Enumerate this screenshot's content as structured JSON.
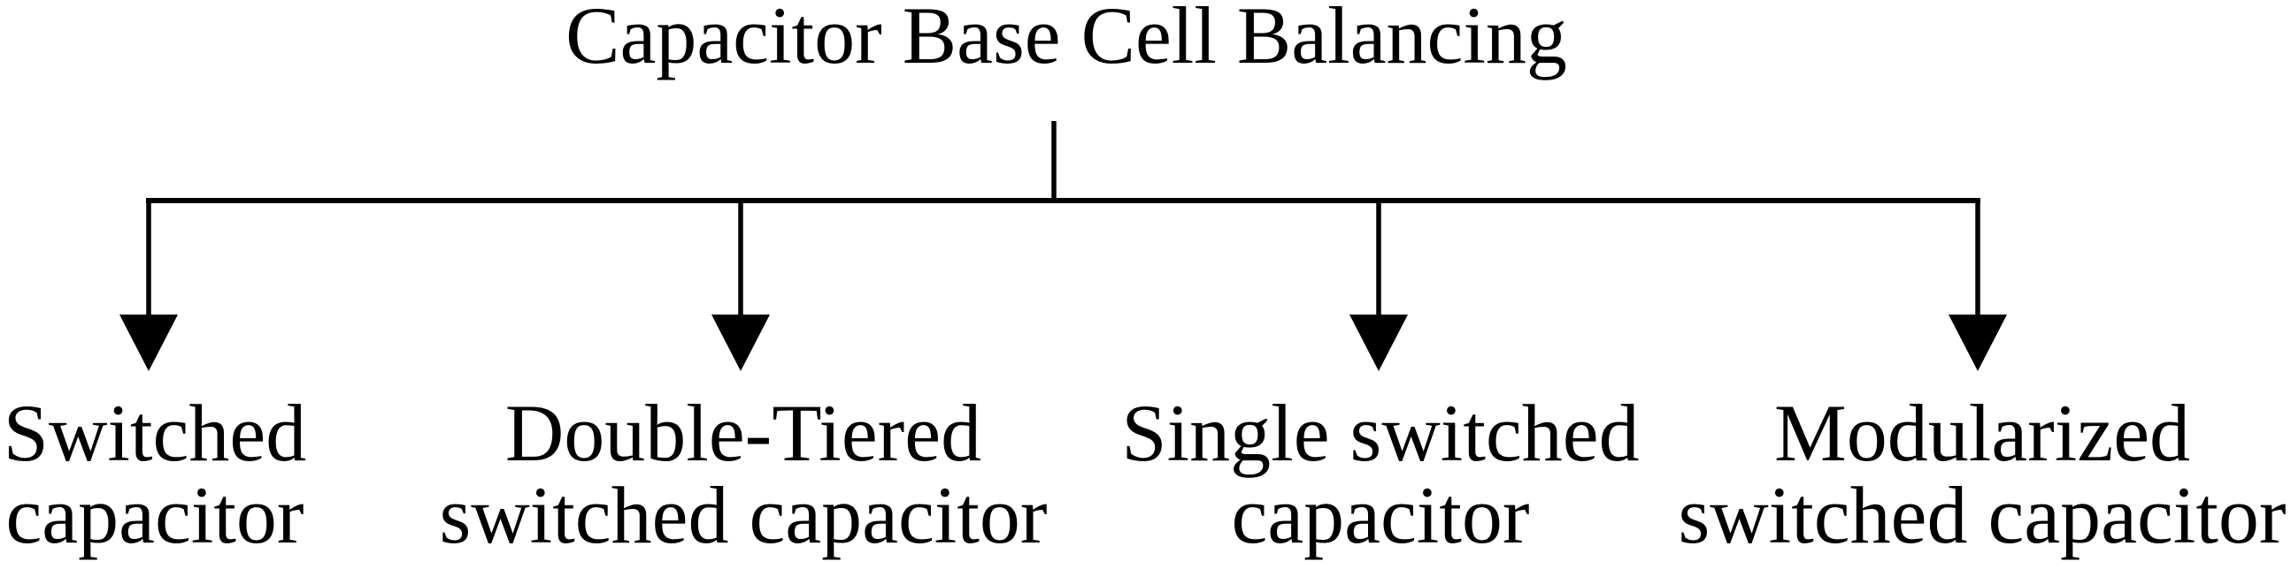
{
  "diagram": {
    "title": "Capacitor Base Cell Balancing",
    "branches": [
      {
        "lines": [
          "Switched",
          "capacitor"
        ]
      },
      {
        "lines": [
          "Double-Tiered",
          "switched capacitor"
        ]
      },
      {
        "lines": [
          "Single switched",
          "capacitor"
        ]
      },
      {
        "lines": [
          "Modularized",
          "switched capacitor"
        ]
      }
    ]
  },
  "colors": {
    "foreground": "#000000",
    "background": "#ffffff"
  }
}
